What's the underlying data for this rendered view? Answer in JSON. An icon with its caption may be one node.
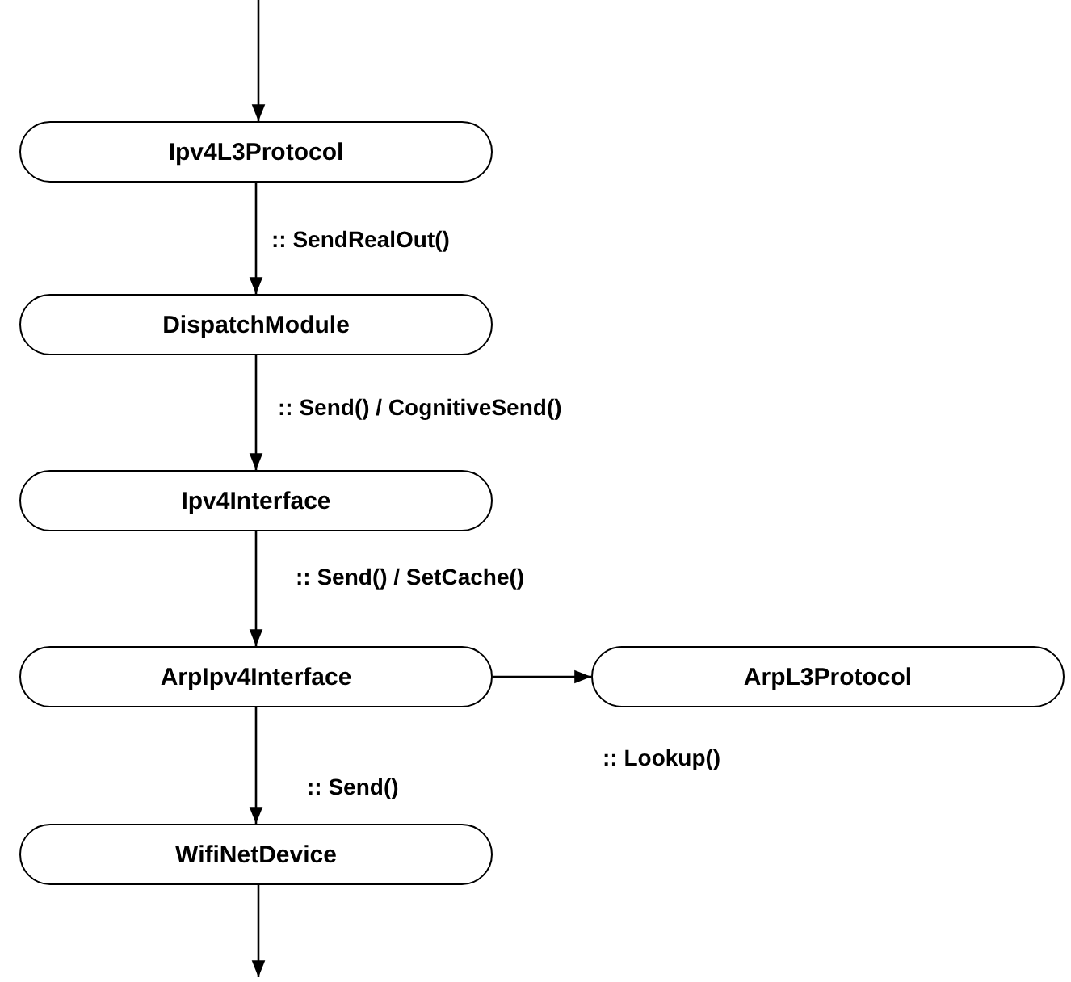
{
  "diagram": {
    "nodes": [
      {
        "text": [
          "Ipv4L3Protocol"
        ]
      },
      {
        "text": [
          "DispatchModule"
        ]
      },
      {
        "text": [
          "Ipv4Interface"
        ]
      },
      {
        "text": [
          "ArpIpv4Interface"
        ]
      },
      {
        "text": [
          "ArpL3Protocol"
        ]
      },
      {
        "text": [
          "WifiNetDevice"
        ]
      }
    ],
    "edges": [
      {
        "from": null,
        "to": 0,
        "arrow": "to"
      },
      {
        "from": 0,
        "to": 1,
        "arrow": "to",
        "label": ":: SendRealOut()"
      },
      {
        "from": 1,
        "to": 2,
        "arrow": "to",
        "label": ":: Send() / CognitiveSend()"
      },
      {
        "from": 2,
        "to": 3,
        "arrow": "to",
        "label": ":: Send() / SetCache()"
      },
      {
        "from": 3,
        "to": 4,
        "arrow": "to",
        "label": ":: Lookup()"
      },
      {
        "from": 3,
        "to": 5,
        "arrow": "to",
        "label": ":: Send()"
      },
      {
        "from": 5,
        "to": null,
        "arrow": "to"
      }
    ]
  }
}
